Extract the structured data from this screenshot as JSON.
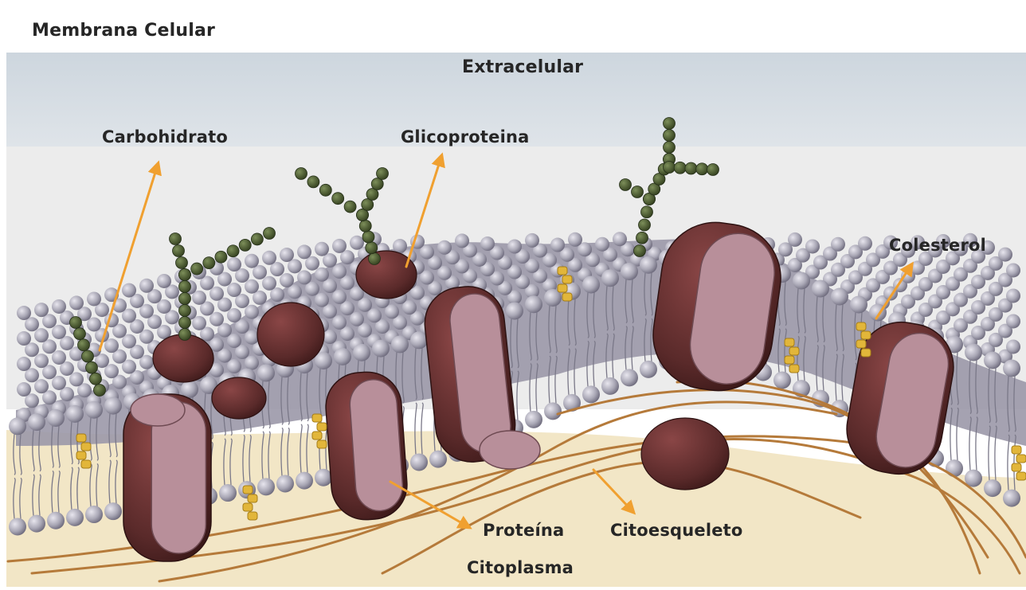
{
  "labels": {
    "title": "Membrana Celular",
    "extracellular": "Extracelular",
    "carbohydrate": "Carbohidrato",
    "glycoprotein": "Glicoproteina",
    "cholesterol": "Colesterol",
    "protein": "Proteína",
    "cytoskeleton": "Citoesqueleto",
    "cytoplasm": "Citoplasma"
  },
  "colors": {
    "extracellular_band": "#cdd6de",
    "cytoplasm": "#f2e6c6",
    "phospholipid_head": "#a9a7b5",
    "protein_outer": "#5a2a2a",
    "protein_cut": "#b88f9a",
    "carbohydrate_bead": "#4b5a35",
    "cholesterol": "#e2b63a",
    "arrow": "#f0a030",
    "cytoskeleton_fiber": "#b57a3a"
  }
}
